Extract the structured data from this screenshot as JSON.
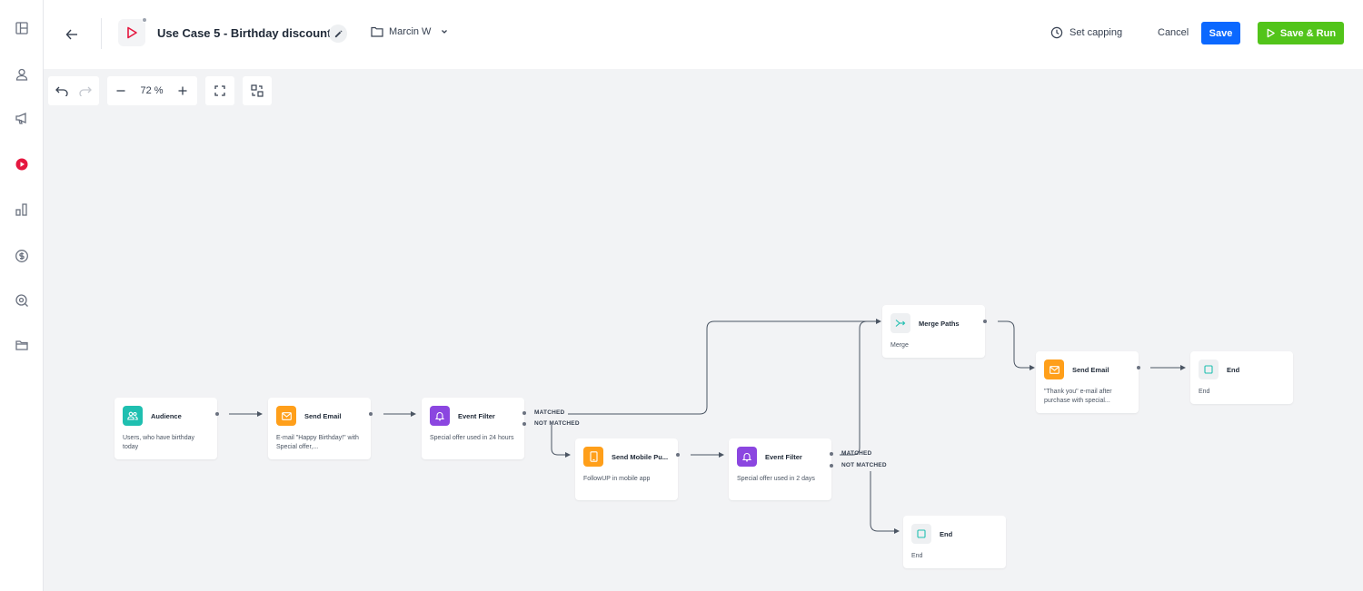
{
  "header": {
    "title": "Use Case 5 - Birthday discount",
    "folder": "Marcin W",
    "set_capping": "Set capping",
    "cancel": "Cancel",
    "save": "Save",
    "save_run": "Save & Run"
  },
  "toolbar": {
    "zoom": "72 %"
  },
  "colors": {
    "save": "#0b68ff",
    "save_run": "#52c41a",
    "audience": "#1fbfb0",
    "email": "#ff9f1a",
    "filter": "#8b46e0",
    "active_nav": "#e5173f"
  },
  "sidebar": {
    "items": [
      {
        "icon": "layout-icon"
      },
      {
        "icon": "user-icon"
      },
      {
        "icon": "megaphone-icon"
      },
      {
        "icon": "automation-play-icon",
        "active": true
      },
      {
        "icon": "analytics-icon"
      },
      {
        "icon": "currency-icon"
      },
      {
        "icon": "search-target-icon"
      },
      {
        "icon": "folder-icon"
      }
    ]
  },
  "nodes": {
    "audience": {
      "title": "Audience",
      "desc": "Users, who have birthday today",
      "icon": "users-icon"
    },
    "email1": {
      "title": "Send Email",
      "desc": "E-mail \"Happy Birthday!\" with Special offer,...",
      "icon": "mail-icon"
    },
    "filter1": {
      "title": "Event Filter",
      "desc": "Special offer used in 24 hours",
      "icon": "bell-icon"
    },
    "mobile": {
      "title": "Send Mobile Pu...",
      "desc": "FollowUP in mobile app",
      "icon": "mobile-icon"
    },
    "filter2": {
      "title": "Event Filter",
      "desc": "Special offer used in 2 days",
      "icon": "bell-icon"
    },
    "merge": {
      "title": "Merge Paths",
      "desc": "Merge",
      "icon": "merge-icon"
    },
    "email2": {
      "title": "Send Email",
      "desc": "\"Thank you\" e-mail after purchase with special...",
      "icon": "mail-icon"
    },
    "end1": {
      "title": "End",
      "desc": "End",
      "icon": "square-icon"
    },
    "end2": {
      "title": "End",
      "desc": "End",
      "icon": "square-icon"
    }
  },
  "branches": {
    "matched": "MATCHED",
    "not_matched": "NOT MATCHED"
  }
}
